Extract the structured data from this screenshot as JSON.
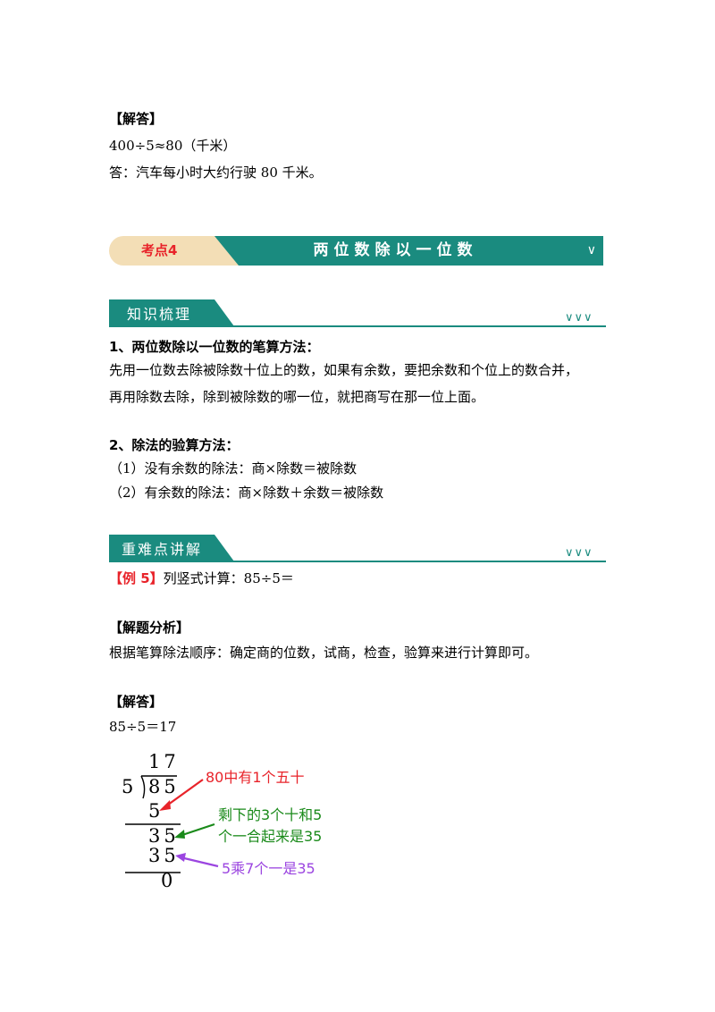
{
  "top": {
    "answer_head": "【解答】",
    "line1": "400÷5≈80（千米）",
    "line2": "答：汽车每小时大约行驶 80 千米。"
  },
  "banner": {
    "tag": "考点4",
    "title": "两位数除以一位数",
    "chevron": "∨"
  },
  "section1": {
    "heading": "知识梳理",
    "chevrons": "∨∨∨",
    "item1_title": "1、两位数除以一位数的笔算方法：",
    "item1_line1": "先用一位数去除被除数十位上的数，如果有余数，要把余数和个位上的数合并，",
    "item1_line2": "再用除数去除，除到被除数的哪一位，就把商写在那一位上面。",
    "item2_title": "2、除法的验算方法：",
    "item2_line1": "（1）没有余数的除法：商×除数＝被除数",
    "item2_line2": "（2）有余数的除法：商×除数＋余数＝被除数"
  },
  "section2": {
    "heading": "重难点讲解",
    "chevrons": "∨∨∨",
    "example_tag": "【例 5】",
    "example_text": "列竖式计算：85÷5＝",
    "analysis_head": "【解题分析】",
    "analysis_text": "根据笔算除法顺序：确定商的位数，试商，检查，验算来进行计算即可。",
    "answer_head": "【解答】",
    "answer_line": "85÷5＝17"
  },
  "long_division": {
    "quotient": "17",
    "divisor": "5",
    "dividend": "85",
    "step1": "5",
    "step2": "35",
    "step3": "35",
    "remainder": "0",
    "note1": "80中有1个五十",
    "note2_line1": "剩下的3个十和5",
    "note2_line2": "个一合起来是35",
    "note3": "5乘7个一是35",
    "colors": {
      "note1": "#e8232a",
      "note2": "#1a8a1a",
      "note3": "#9b45e0"
    }
  }
}
